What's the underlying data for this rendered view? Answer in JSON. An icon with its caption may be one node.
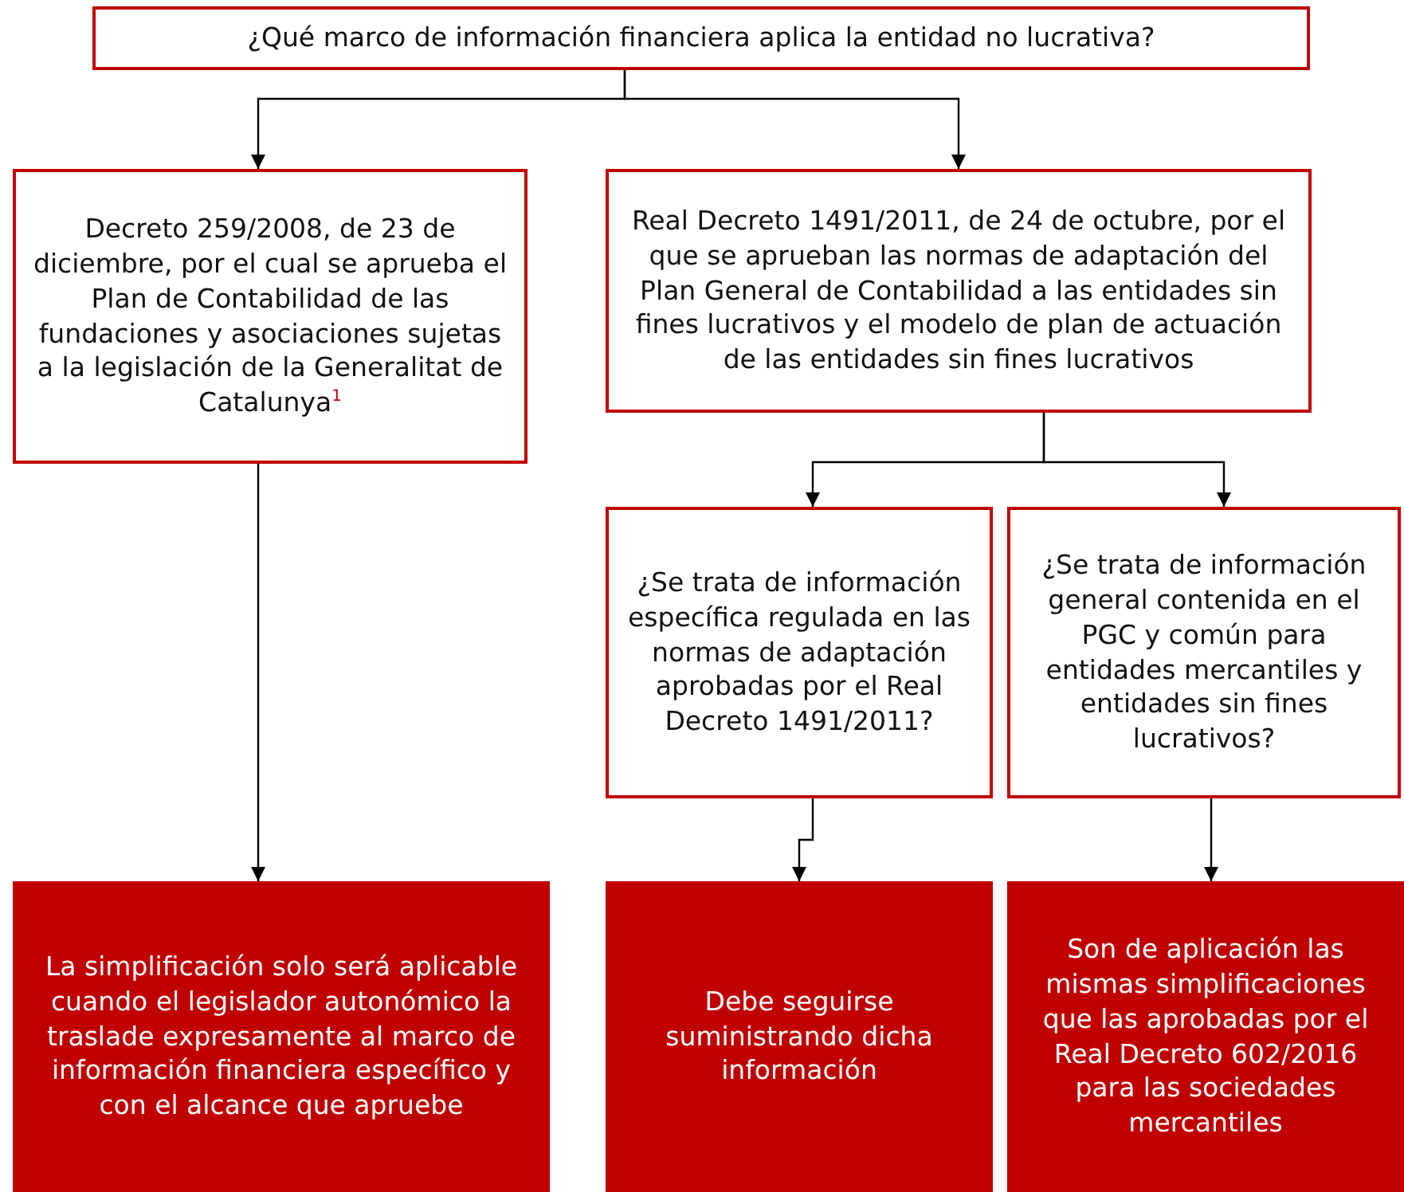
{
  "diagram": {
    "nodes": [
      {
        "text": [
          "¿Qué marco de información financiera aplica la entidad no lucrativa?"
        ]
      },
      {
        "text": [
          "Decreto 259/2008, de 23 de diciembre, por el cual se aprueba el Plan de Contabilidad de las fundaciones y asociaciones sujetas a la legislación de la Generalitat de Catalunya$^{1}$"
        ]
      },
      {
        "text": [
          "Real Decreto 1491/2011, de 24 de octubre, por el que se aprueban las normas de adaptación del Plan General de Contabilidad a las entidades sin fines lucrativos y el modelo de plan de actuación de las entidades sin fines lucrativos"
        ]
      },
      {
        "text": [
          "¿Se trata de información específica regulada en las normas de adaptación aprobadas por el Real Decreto 1491/2011?"
        ]
      },
      {
        "text": [
          "¿Se trata de información general contenida en el PGC y común para entidades mercantiles y entidades sin fines lucrativos?"
        ]
      },
      {
        "text": [
          "La simplificación solo será aplicable cuando el legislador autonómico la traslade expresamente al marco de información financiera específico y con el alcance que apruebe"
        ]
      },
      {
        "text": [
          "Debe seguirse suministrando dicha información"
        ]
      },
      {
        "text": [
          "Son de aplicación las mismas simplificaciones que las aprobadas por el Real Decreto 602/2016 para las sociedades mercantiles"
        ]
      }
    ],
    "edges": [
      {
        "from": 0,
        "to": 1,
        "arrow": "to"
      },
      {
        "from": 0,
        "to": 2,
        "arrow": "to"
      },
      {
        "from": 2,
        "to": 3,
        "arrow": "to"
      },
      {
        "from": 2,
        "to": 4,
        "arrow": "to"
      },
      {
        "from": 1,
        "to": 5,
        "arrow": "to"
      },
      {
        "from": 3,
        "to": 6,
        "arrow": "to"
      },
      {
        "from": 4,
        "to": 7,
        "arrow": "to"
      }
    ]
  }
}
